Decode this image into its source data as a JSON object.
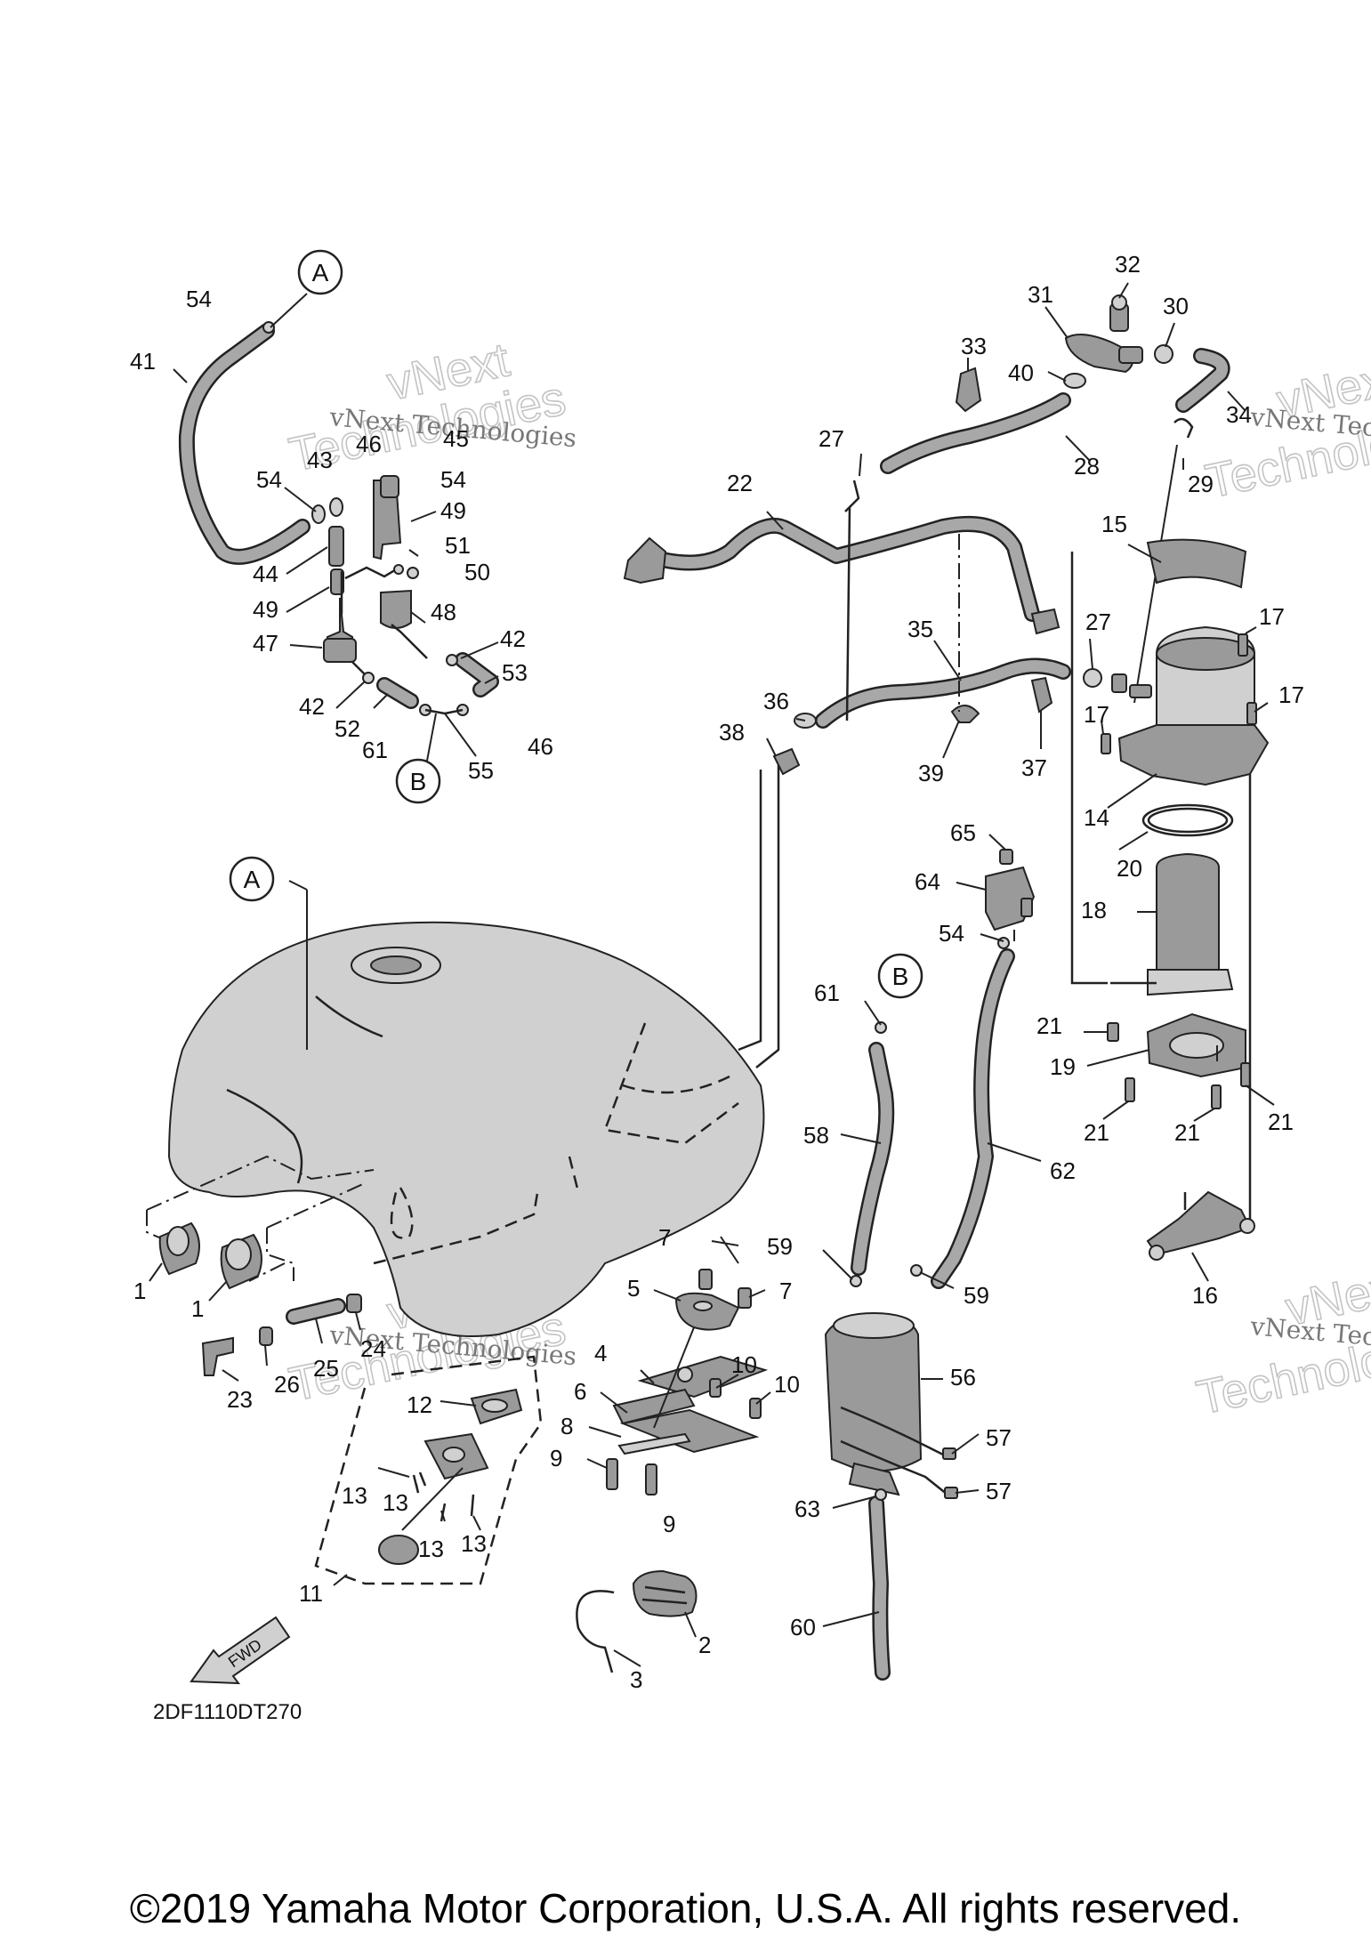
{
  "watermark": {
    "text": "vNext Technologies",
    "line1": "vNext",
    "line2": "Technologies"
  },
  "diagram_code": "2DF1110DT270",
  "fwd_label": "FWD",
  "copyright": "©2019 Yamaha Motor Corporation, U.S.A. All rights reserved.",
  "callouts": {
    "a": "A",
    "b": "B"
  },
  "labels": {
    "l1": "1",
    "l2": "2",
    "l3": "3",
    "l4": "4",
    "l5": "5",
    "l6": "6",
    "l7": "7",
    "l8": "8",
    "l9": "9",
    "l10": "10",
    "l11": "11",
    "l12": "12",
    "l13": "13",
    "l14": "14",
    "l15": "15",
    "l16": "16",
    "l17": "17",
    "l18": "18",
    "l19": "19",
    "l20": "20",
    "l21": "21",
    "l22": "22",
    "l23": "23",
    "l24": "24",
    "l25": "25",
    "l26": "26",
    "l27": "27",
    "l28": "28",
    "l29": "29",
    "l30": "30",
    "l31": "31",
    "l32": "32",
    "l33": "33",
    "l34": "34",
    "l35": "35",
    "l36": "36",
    "l37": "37",
    "l38": "38",
    "l39": "39",
    "l40": "40",
    "l41": "41",
    "l42": "42",
    "l43": "43",
    "l44": "44",
    "l45": "45",
    "l46": "46",
    "l47": "47",
    "l48": "48",
    "l49": "49",
    "l50": "50",
    "l51": "51",
    "l52": "52",
    "l53": "53",
    "l54": "54",
    "l55": "55",
    "l56": "56",
    "l57": "57",
    "l58": "58",
    "l59": "59",
    "l60": "60",
    "l61": "61",
    "l62": "62",
    "l63": "63",
    "l64": "64",
    "l65": "65"
  }
}
